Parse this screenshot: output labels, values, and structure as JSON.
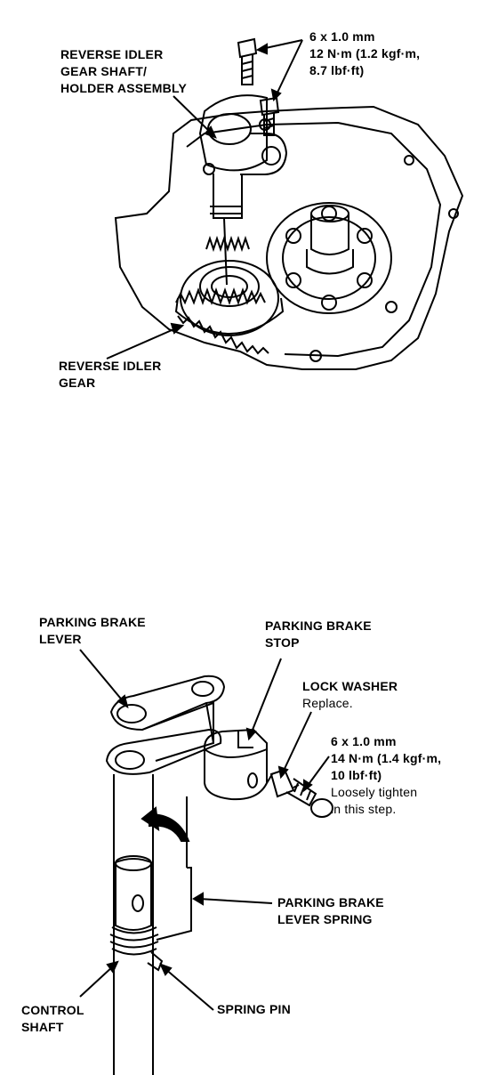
{
  "figure_top": {
    "callouts": {
      "shaft_holder": [
        "REVERSE IDLER",
        "GEAR SHAFT/",
        "HOLDER ASSEMBLY"
      ],
      "bolt_spec": [
        "6 x 1.0 mm",
        "12 N·m (1.2 kgf·m,",
        "8.7 lbf·ft)"
      ],
      "idler_gear": [
        "REVERSE IDLER",
        "GEAR"
      ]
    }
  },
  "figure_bottom": {
    "callouts": {
      "brake_lever": [
        "PARKING BRAKE",
        "LEVER"
      ],
      "brake_stop": [
        "PARKING BRAKE",
        "STOP"
      ],
      "lock_washer": [
        "LOCK WASHER"
      ],
      "lock_washer_note": [
        "Replace."
      ],
      "bolt_spec": [
        "6 x 1.0 mm",
        "14 N·m (1.4 kgf·m,",
        "10 lbf·ft)"
      ],
      "bolt_note": [
        "Loosely tighten",
        "in this step."
      ],
      "lever_spring": [
        "PARKING BRAKE",
        "LEVER SPRING"
      ],
      "control_shaft": [
        "CONTROL",
        "SHAFT"
      ],
      "spring_pin": [
        "SPRING PIN"
      ]
    }
  }
}
